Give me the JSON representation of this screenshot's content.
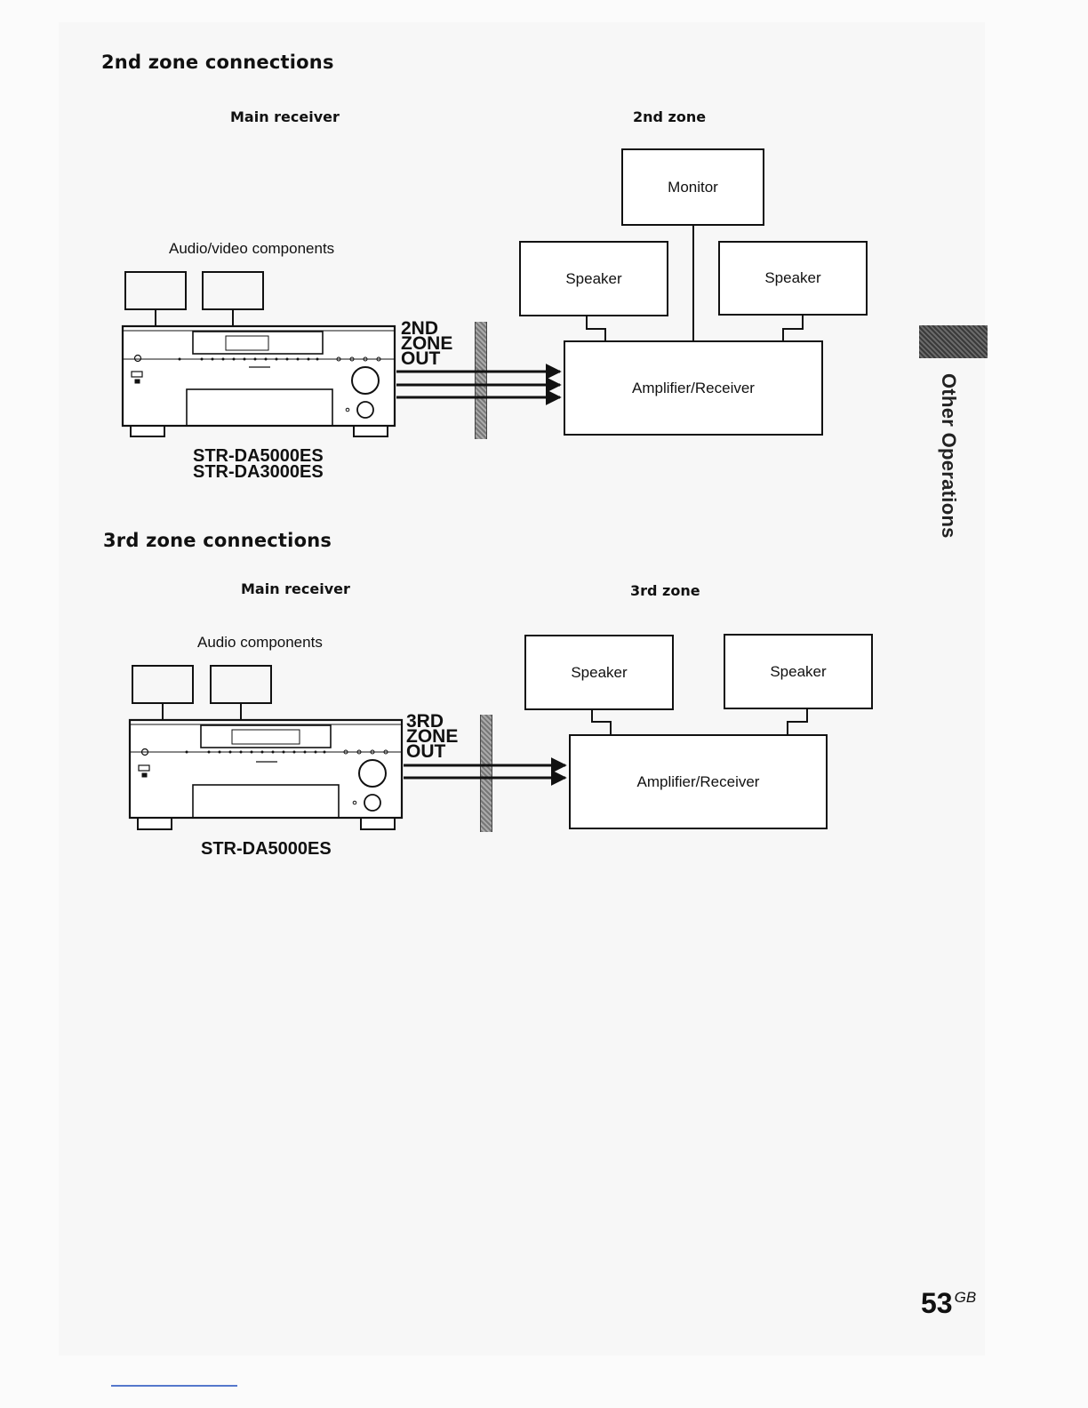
{
  "section_2nd": {
    "title": "2nd zone connections",
    "main_receiver_head": "Main receiver",
    "zone_head": "2nd zone",
    "components_label": "Audio/video components",
    "zone_out_lines": [
      "2ND",
      "ZONE",
      "OUT"
    ],
    "models": [
      "STR-DA5000ES",
      "STR-DA3000ES"
    ],
    "monitor": "Monitor",
    "speaker_left": "Speaker",
    "speaker_right": "Speaker",
    "amplifier": "Amplifier/Receiver"
  },
  "section_3rd": {
    "title": "3rd zone connections",
    "main_receiver_head": "Main receiver",
    "zone_head": "3rd zone",
    "components_label": "Audio components",
    "zone_out_lines": [
      "3RD",
      "ZONE",
      "OUT"
    ],
    "model": "STR-DA5000ES",
    "speaker_left": "Speaker",
    "speaker_right": "Speaker",
    "amplifier": "Amplifier/Receiver"
  },
  "side_tab": {
    "label": "Other Operations"
  },
  "page": {
    "number": "53",
    "suffix": "GB"
  }
}
